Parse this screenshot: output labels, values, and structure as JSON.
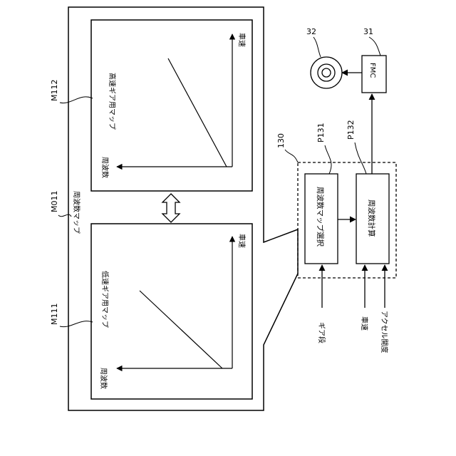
{
  "references": {
    "map_group": "M011",
    "low_gear_map": "M111",
    "high_gear_map": "M112",
    "controller": "130",
    "map_select_block": "P131",
    "frequency_calc_block": "P132",
    "fmc": "31",
    "speaker": "32"
  },
  "map_group_label": "周波数マップ",
  "low_gear_map": {
    "title": "低速ギア用マップ",
    "axis_frequency": "周波数",
    "axis_speed": "車速"
  },
  "high_gear_map": {
    "title": "高速ギア用マップ",
    "axis_frequency": "周波数",
    "axis_speed": "車速"
  },
  "blocks": {
    "map_select": "周波数マップ選択",
    "frequency_calc": "周波数計算",
    "fmc": "FMC"
  },
  "inputs": {
    "gear": "ギア段",
    "speed": "車速",
    "accelerator": "アクセル開度"
  }
}
